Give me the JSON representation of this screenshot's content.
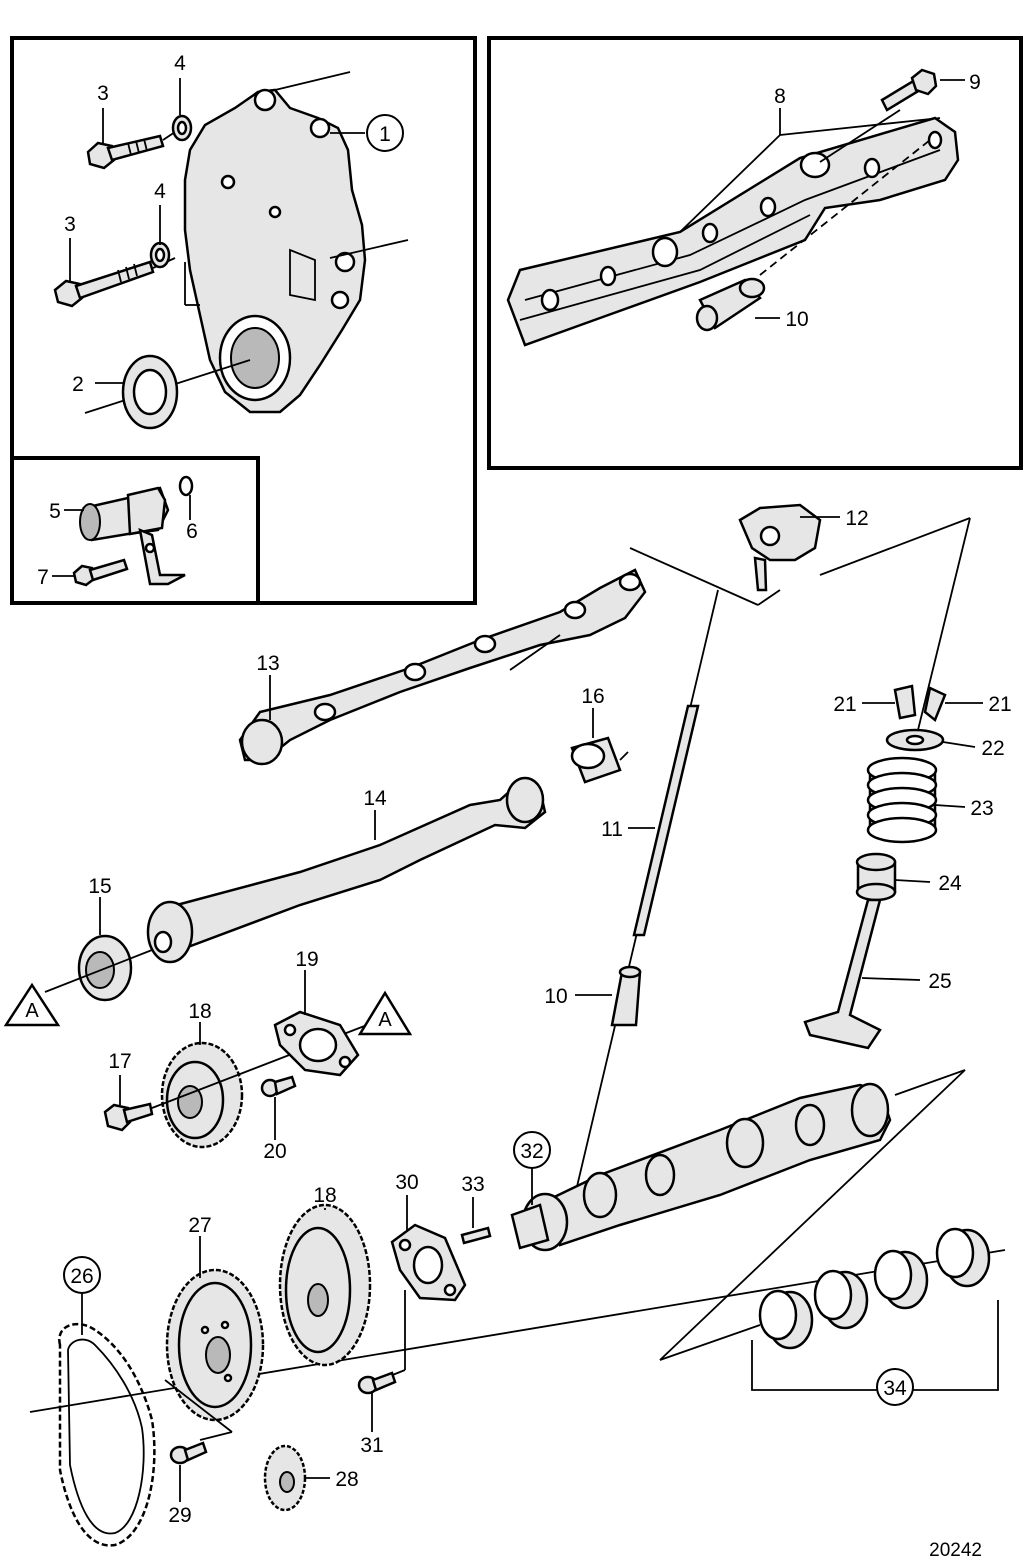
{
  "drawing_number": "20242",
  "callouts": {
    "c1": "1",
    "c2": "2",
    "c3a": "3",
    "c3b": "3",
    "c4a": "4",
    "c4b": "4",
    "c5": "5",
    "c6": "6",
    "c7": "7",
    "c8": "8",
    "c9": "9",
    "c10a": "10",
    "c10b": "10",
    "c11": "11",
    "c12": "12",
    "c13": "13",
    "c14": "14",
    "c15": "15",
    "c16": "16",
    "c17": "17",
    "c18a": "18",
    "c18b": "18",
    "c19": "19",
    "c20": "20",
    "c21a": "21",
    "c21b": "21",
    "c22": "22",
    "c23": "23",
    "c24": "24",
    "c25": "25",
    "c26": "26",
    "c27": "27",
    "c28": "28",
    "c29": "29",
    "c30": "30",
    "c31": "31",
    "c32": "32",
    "c33": "33",
    "c34": "34"
  },
  "references": {
    "ref_a1": "A",
    "ref_a2": "A"
  }
}
